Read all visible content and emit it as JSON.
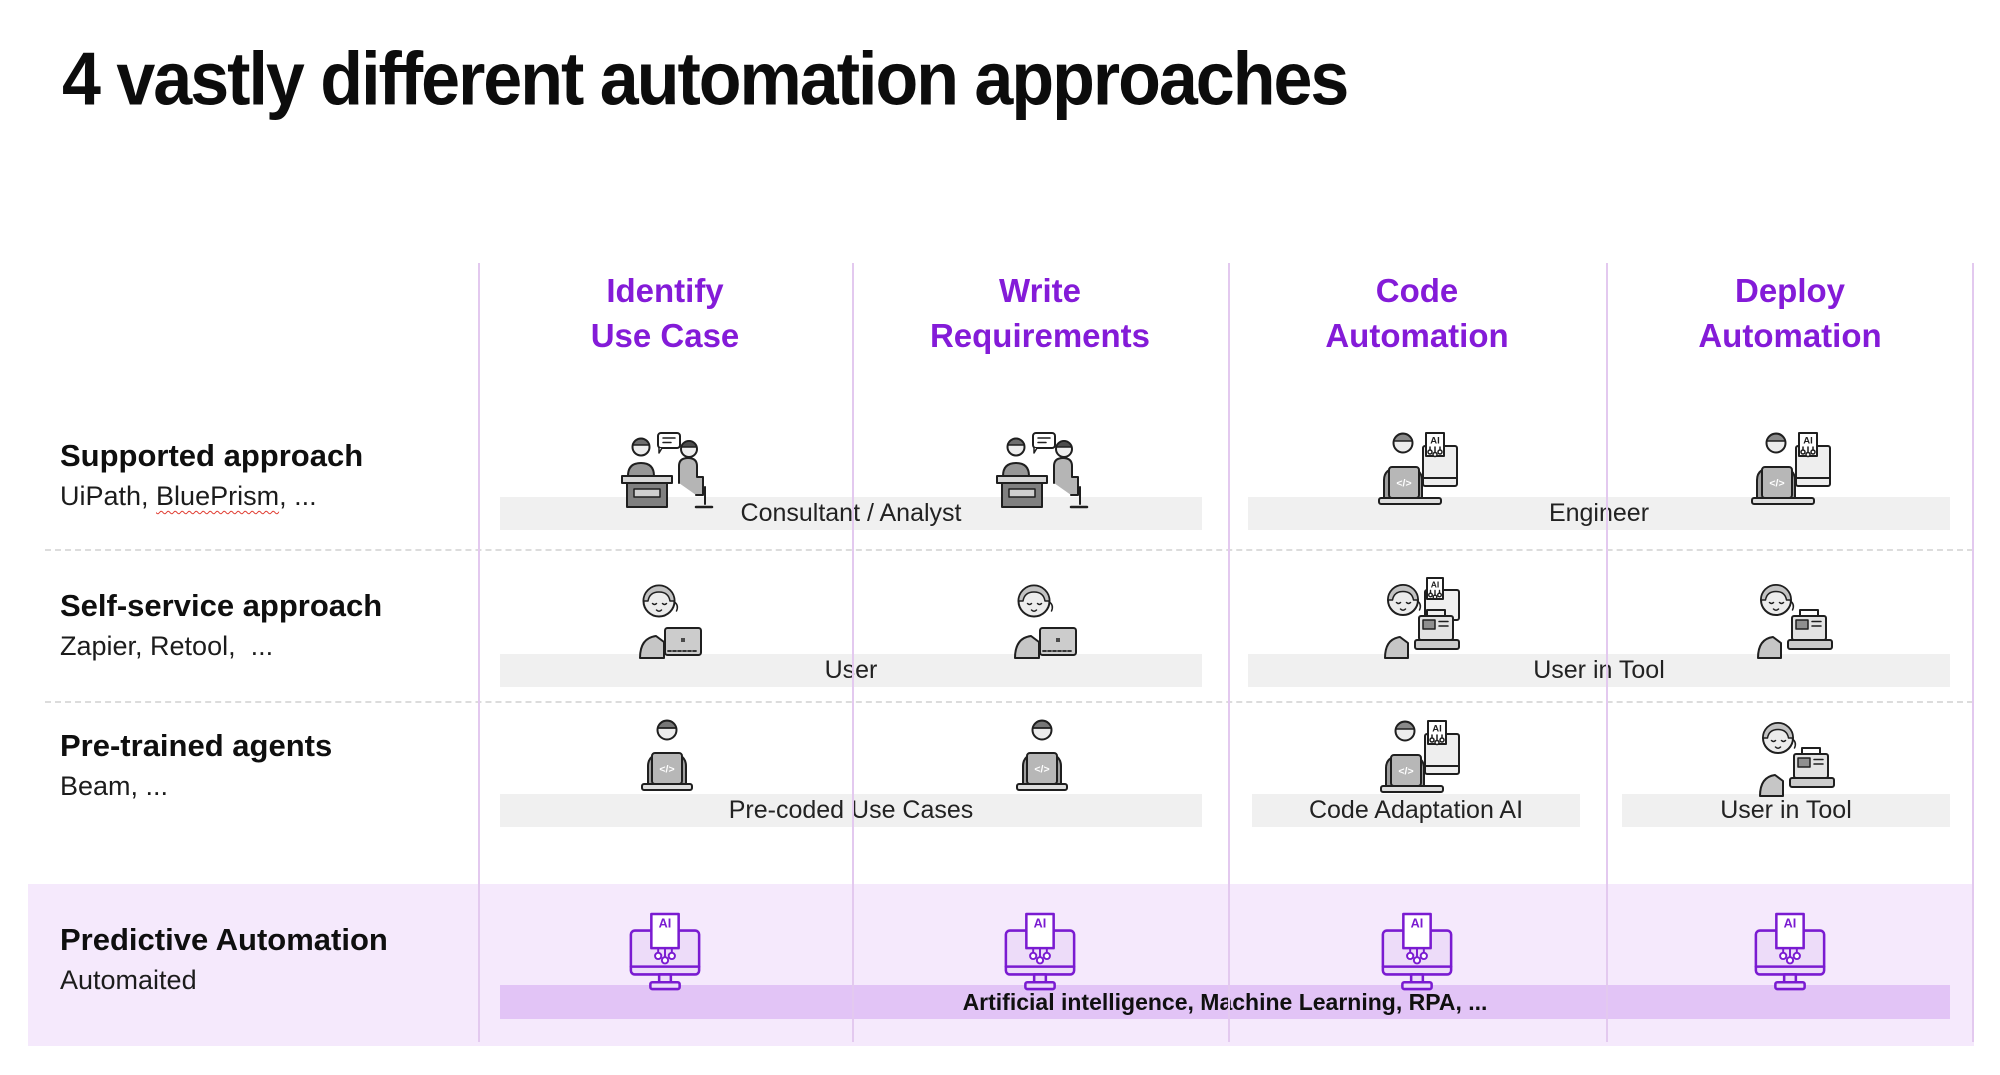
{
  "title": "4 vastly different automation approaches",
  "columns": [
    {
      "line1": "Identify",
      "line2": "Use Case"
    },
    {
      "line1": "Write",
      "line2": "Requirements"
    },
    {
      "line1": "Code",
      "line2": "Automation"
    },
    {
      "line1": "Deploy",
      "line2": "Automation"
    }
  ],
  "rows": [
    {
      "title": "Supported approach",
      "vendors_before": "UiPath, ",
      "vendors_marked": "BluePrism",
      "vendors_after": ", ..."
    },
    {
      "title": "Self-service approach",
      "vendors": "Zapier, Retool,  ..."
    },
    {
      "title": "Pre-trained agents",
      "vendors": "Beam, ..."
    },
    {
      "title": "Predictive Automation",
      "vendors": "Automaited"
    }
  ],
  "role_bars": {
    "consultant_analyst": "Consultant / Analyst",
    "engineer": "Engineer",
    "user": "User",
    "user_in_tool": "User in Tool",
    "pre_coded_use_cases": "Pre-coded Use Cases",
    "code_adaptation_ai": "Code Adaptation AI",
    "user_in_tool_col4": "User in Tool",
    "ai_ml_rpa": "Artificial intelligence, Machine Learning, RPA, ..."
  },
  "icon_text": {
    "ai": "AI",
    "code": "</>"
  },
  "colors": {
    "accent_purple": "#841bd8",
    "column_divider": "#e3c9ef",
    "row_divider_dashed": "#dcdcdc",
    "role_bar_bg": "#f0f0f0",
    "band_bg": "#f5e9fc",
    "band_bar_bg": "#e2c4f6",
    "red_squiggle": "#e03a2f"
  }
}
